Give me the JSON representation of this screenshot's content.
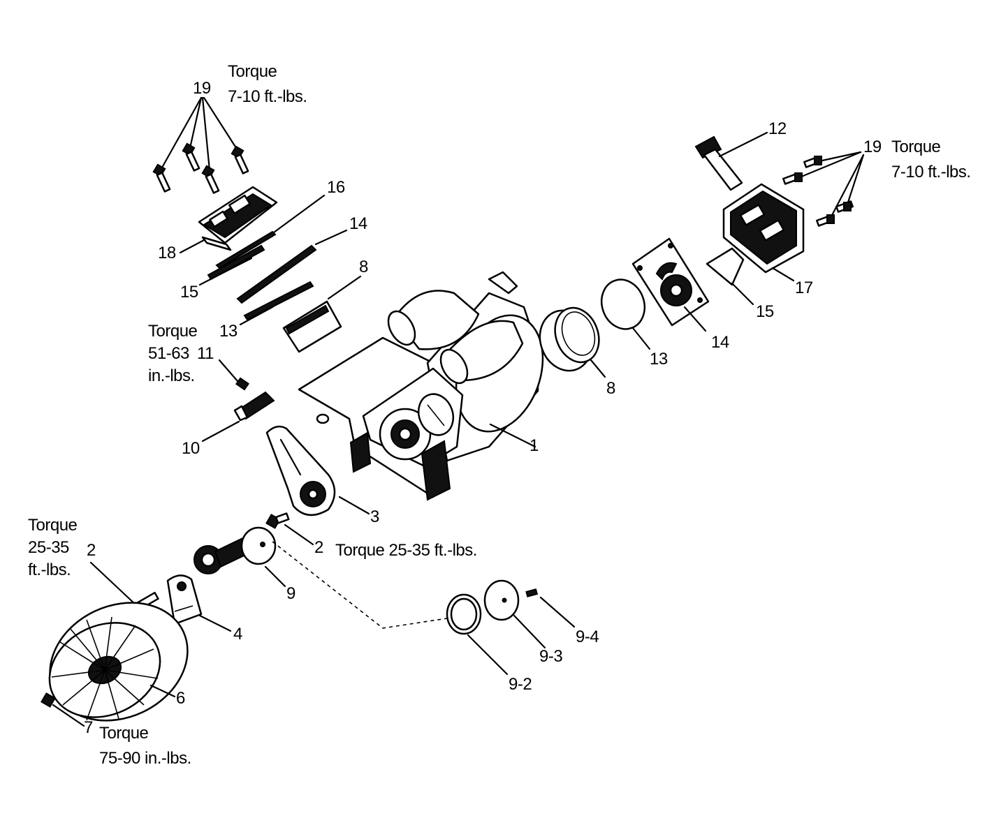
{
  "labels": {
    "torque_19_top": [
      "Torque",
      "7-10 ft.-lbs."
    ],
    "torque_19_right": [
      "Torque",
      "7-10 ft.-lbs."
    ],
    "torque_11": [
      "Torque",
      "51-63",
      "in.-lbs."
    ],
    "torque_2_right": "Torque 25-35 ft.-lbs.",
    "torque_2_left": [
      "Torque",
      "25-35",
      "ft.-lbs."
    ],
    "torque_7": [
      "Torque",
      "75-90 in.-lbs."
    ]
  },
  "callouts": {
    "p19_top": "19",
    "p16": "16",
    "p18": "18",
    "p14_left": "14",
    "p15_left": "15",
    "p8_left": "8",
    "p13_left": "13",
    "p11": "11",
    "p10": "10",
    "p1": "1",
    "p3": "3",
    "p2_right": "2",
    "p2_left": "2",
    "p9": "9",
    "p4": "4",
    "p6": "6",
    "p7": "7",
    "p9_2": "9-2",
    "p9_3": "9-3",
    "p9_4": "9-4",
    "p12": "12",
    "p19_right": "19",
    "p17": "17",
    "p15_right": "15",
    "p14_right": "14",
    "p13_right": "13",
    "p8_right": "8"
  }
}
